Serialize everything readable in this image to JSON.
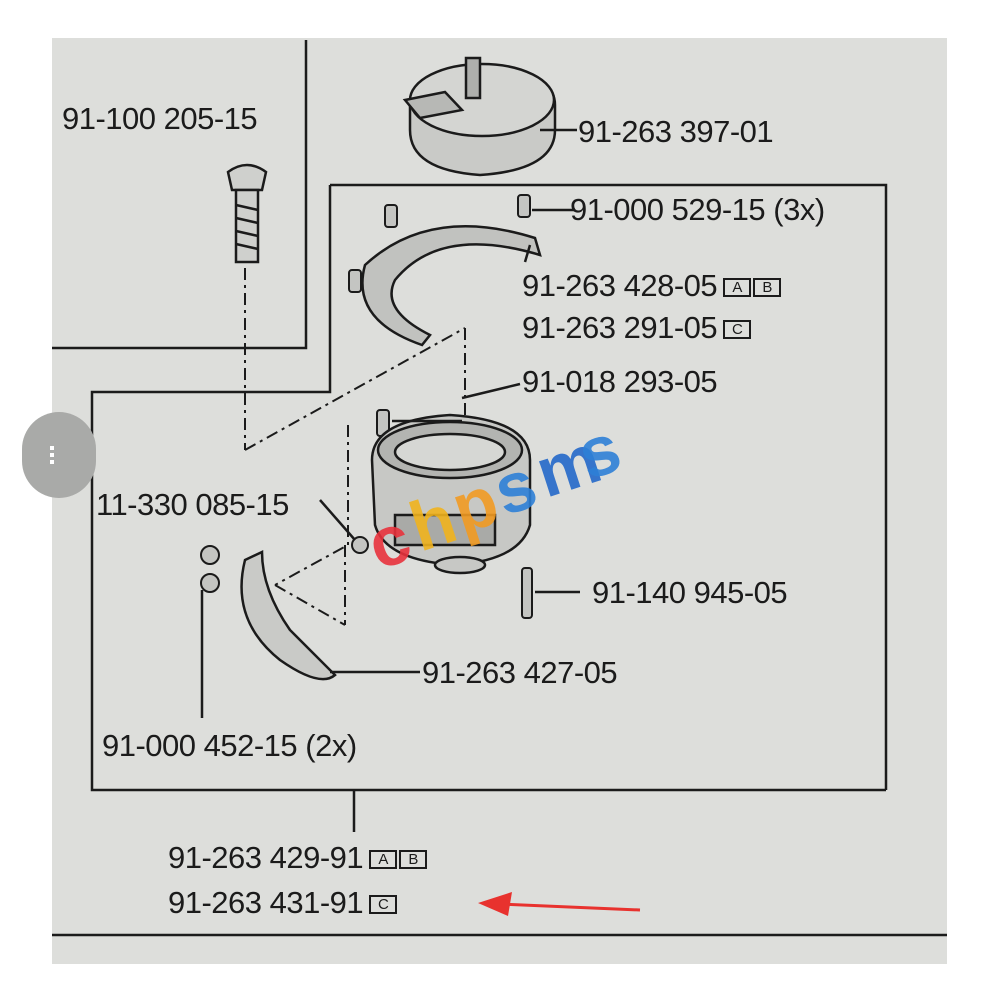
{
  "parts": [
    {
      "id": "p1",
      "number": "91-100 205-15",
      "tags": []
    },
    {
      "id": "p2",
      "number": "91-263 397-01",
      "tags": []
    },
    {
      "id": "p3",
      "number": "91-000 529-15 (3x)",
      "tags": []
    },
    {
      "id": "p4",
      "number": "91-263 428-05",
      "tags": [
        "A",
        "B"
      ]
    },
    {
      "id": "p5",
      "number": "91-263 291-05",
      "tags": [
        "C"
      ]
    },
    {
      "id": "p6",
      "number": "91-018 293-05",
      "tags": []
    },
    {
      "id": "p7",
      "number": "11-330 085-15",
      "tags": []
    },
    {
      "id": "p8",
      "number": "91-140 945-05",
      "tags": []
    },
    {
      "id": "p9",
      "number": "91-263 427-05",
      "tags": []
    },
    {
      "id": "p10",
      "number": "91-000 452-15 (2x)",
      "tags": []
    },
    {
      "id": "p11",
      "number": "91-263 429-91",
      "tags": [
        "A",
        "B"
      ]
    },
    {
      "id": "p12",
      "number": "91-263 431-91",
      "tags": [
        "C"
      ]
    }
  ],
  "watermark": {
    "text": "chpsms",
    "colors": [
      "#e8323c",
      "#f0b21e",
      "#f19a22",
      "#2e7fd6",
      "#2368c9",
      "#2e7fd6"
    ]
  },
  "arrow_color": "#e8322e",
  "ink_color": "#1b1b1b",
  "paper_color": "#dddedb"
}
